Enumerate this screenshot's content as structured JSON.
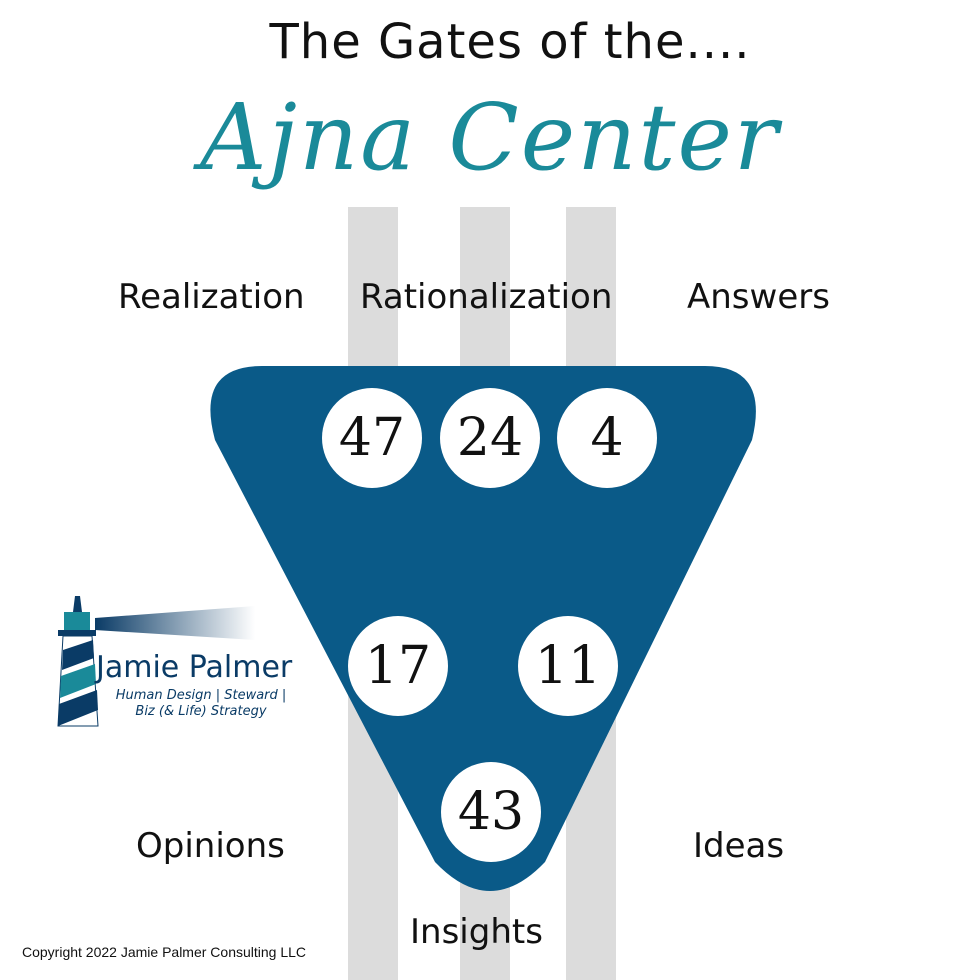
{
  "title": "The Gates of the....",
  "script_title": "Ajna Center",
  "labels": {
    "top_left": "Realization",
    "top_center": "Rationalization",
    "top_right": "Answers",
    "bottom_left": "Opinions",
    "bottom_right": "Ideas",
    "bottom_center": "Insights"
  },
  "gates": [
    "47",
    "24",
    "4",
    "17",
    "11",
    "43"
  ],
  "logo": {
    "name": "Jamie Palmer",
    "tagline_1": "Human Design | Steward |",
    "tagline_2": "Biz (& Life) Strategy"
  },
  "copyright": "Copyright 2022 Jamie Palmer Consulting LLC",
  "colors": {
    "center_fill": "#0a5a88",
    "channel": "#dcdcdc",
    "script_title": "#1a8a99",
    "logo_navy": "#0a3b66",
    "logo_teal": "#1a8a99"
  }
}
